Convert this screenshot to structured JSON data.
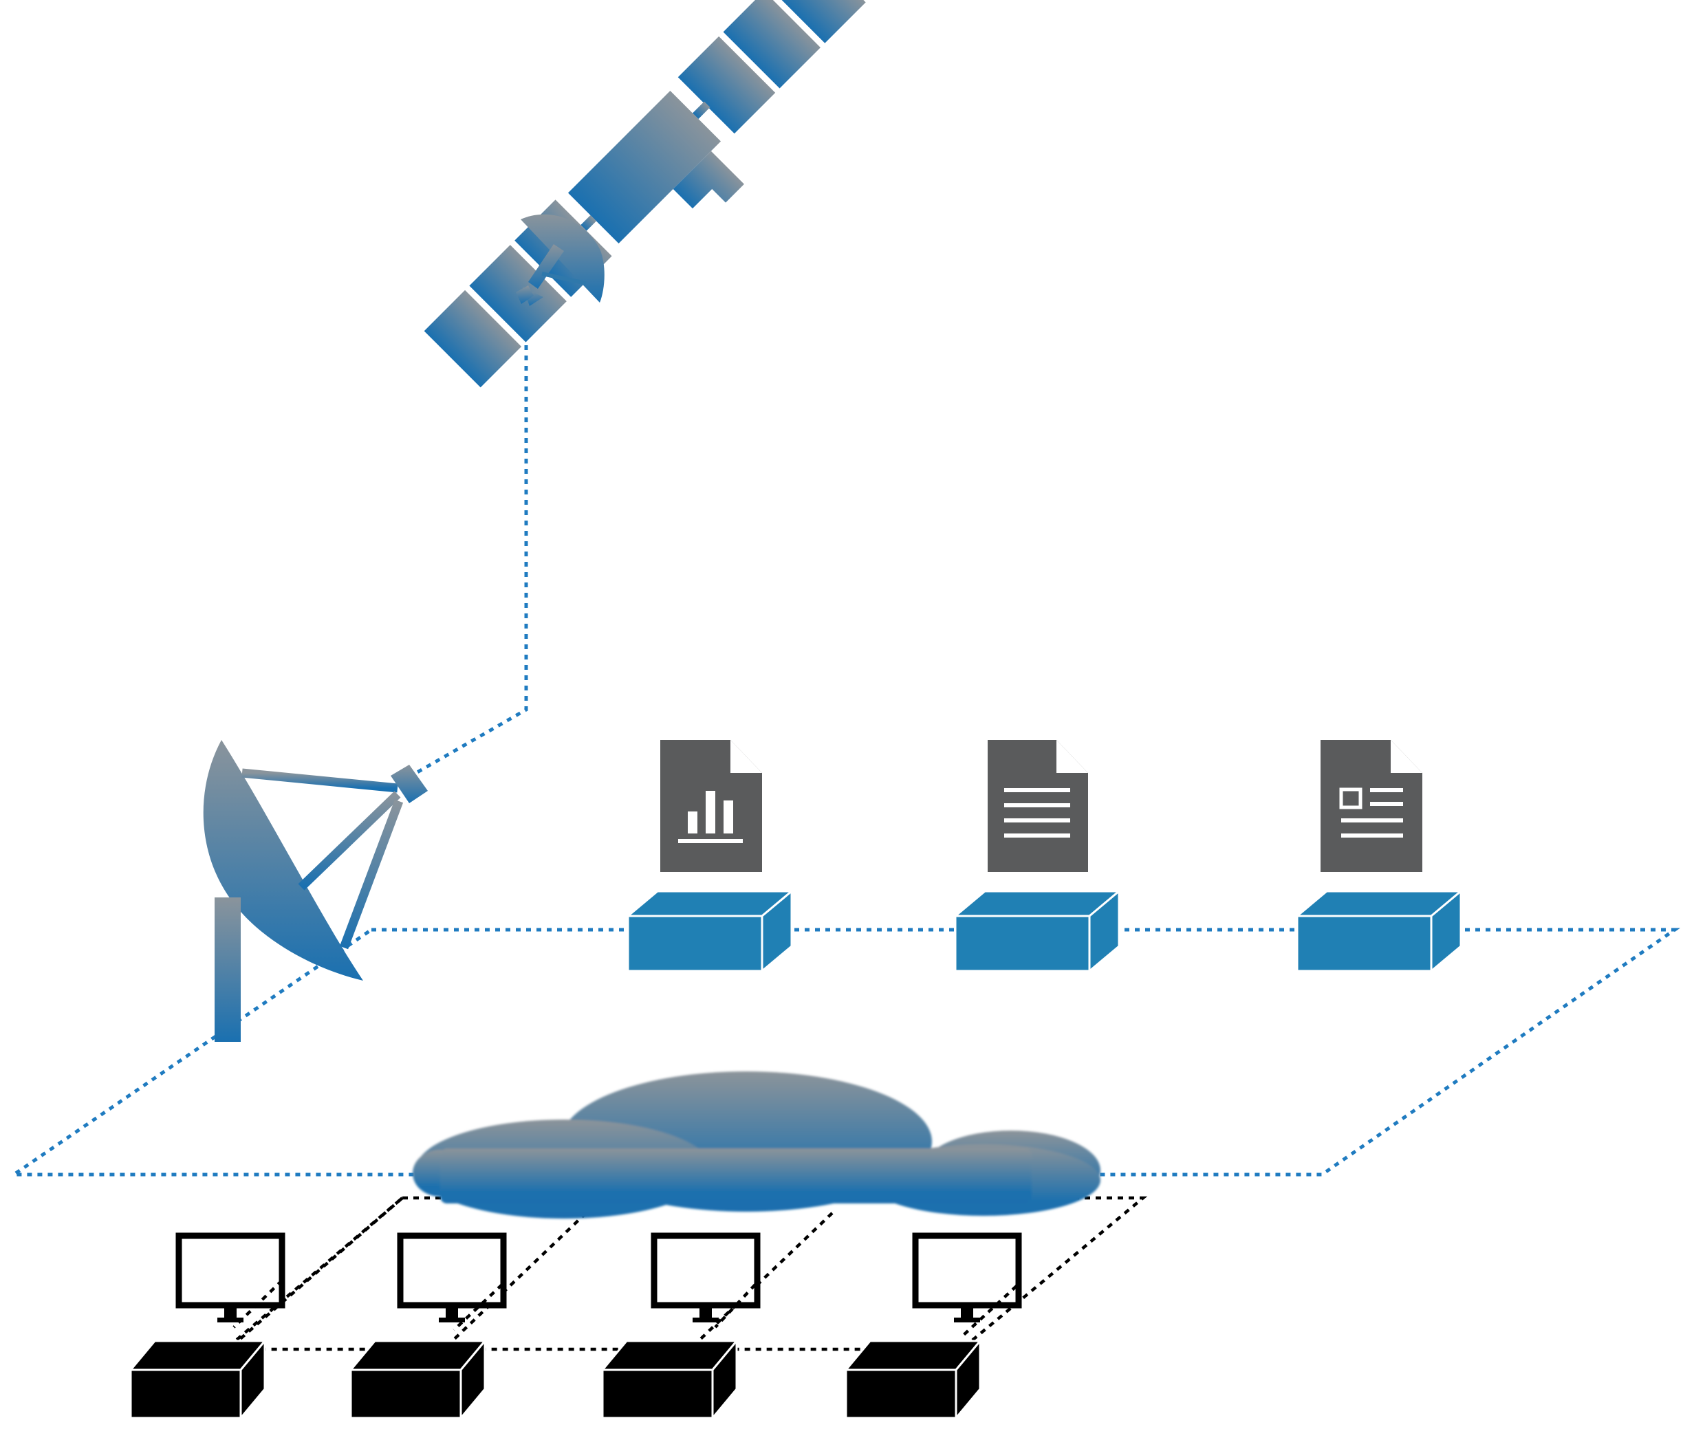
{
  "colors": {
    "gradient_top": "#8a949c",
    "gradient_bottom": "#1a70b0",
    "server_blue": "#2080b4",
    "document_gray": "#5a5b5c",
    "link_blue": "#1f7bc0",
    "client_black": "#000000",
    "background": "#ffffff"
  },
  "diagram": {
    "nodes": [
      {
        "name": "satellite",
        "icon": "satellite-icon"
      },
      {
        "name": "ground-station",
        "icon": "satellite-dish-icon"
      },
      {
        "name": "cloud",
        "icon": "cloud-icon"
      },
      {
        "name": "server-1",
        "icon": "server-box-icon",
        "document": "report-chart-document-icon"
      },
      {
        "name": "server-2",
        "icon": "server-box-icon",
        "document": "text-document-icon"
      },
      {
        "name": "server-3",
        "icon": "server-box-icon",
        "document": "form-document-icon"
      },
      {
        "name": "client-1",
        "icon": "monitor-icon"
      },
      {
        "name": "client-2",
        "icon": "monitor-icon"
      },
      {
        "name": "client-3",
        "icon": "monitor-icon"
      },
      {
        "name": "client-4",
        "icon": "monitor-icon"
      }
    ],
    "links": [
      {
        "from": "satellite",
        "to": "ground-station",
        "style": "dotted-blue"
      },
      {
        "from": "ground-station",
        "to": "server-network-plane",
        "style": "dotted-blue"
      },
      {
        "from": "server-network-plane",
        "to": "cloud",
        "style": "dotted-blue"
      },
      {
        "from": "cloud",
        "to": "client-network-plane",
        "style": "dotted-black"
      }
    ]
  }
}
